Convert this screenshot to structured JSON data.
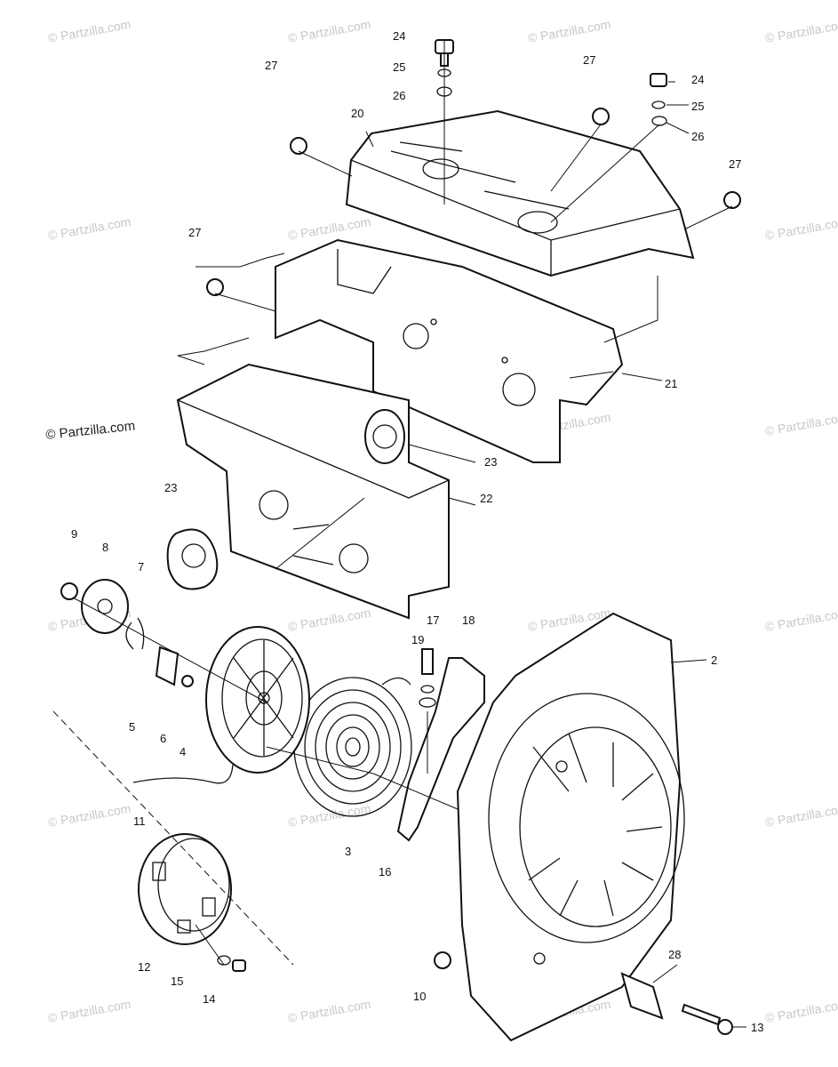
{
  "watermark": {
    "text": "© Partzilla.com",
    "featured_text": "© Partzilla.com"
  },
  "callouts": {
    "c2": "2",
    "c3": "3",
    "c4": "4",
    "c5": "5",
    "c6": "6",
    "c7": "7",
    "c8": "8",
    "c9": "9",
    "c10": "10",
    "c11": "11",
    "c12": "12",
    "c13": "13",
    "c14": "14",
    "c15": "15",
    "c16": "16",
    "c17": "17",
    "c18": "18",
    "c19": "19",
    "c20": "20",
    "c21": "21",
    "c22": "22",
    "c23a": "23",
    "c23b": "23",
    "c24a": "24",
    "c24b": "24",
    "c25a": "25",
    "c25b": "25",
    "c26a": "26",
    "c26b": "26",
    "c27a": "27",
    "c27b": "27",
    "c27c": "27",
    "c27d": "27",
    "c28": "28"
  }
}
